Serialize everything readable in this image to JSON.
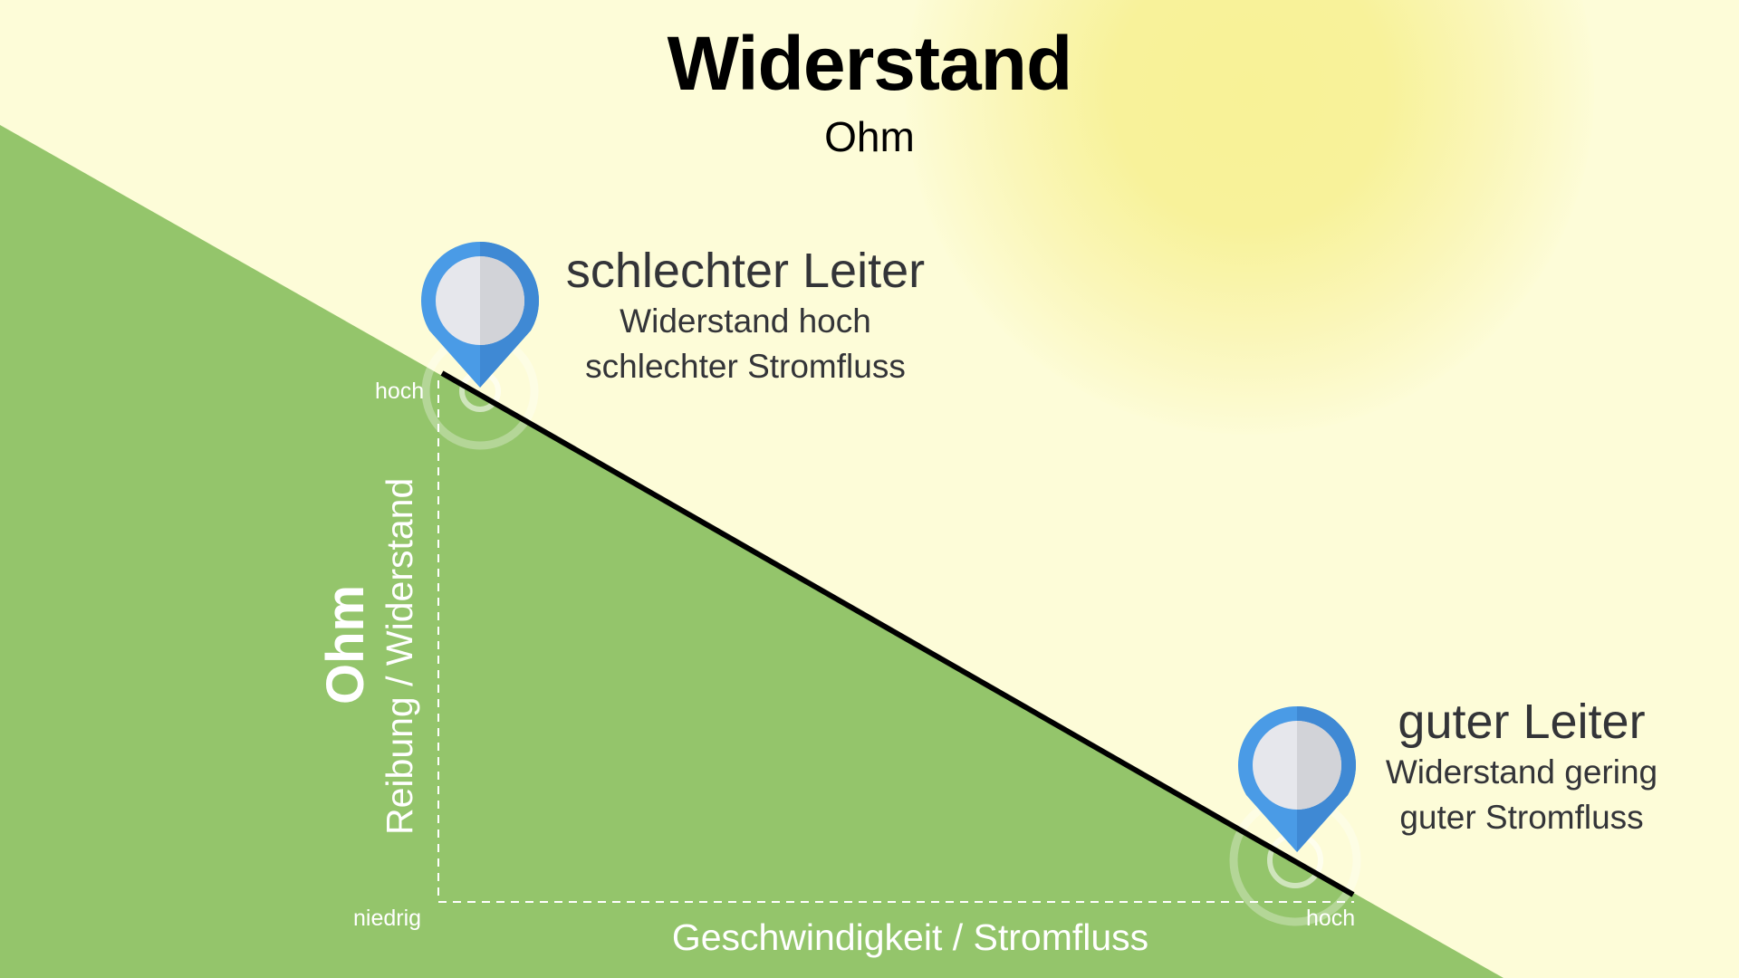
{
  "header": {
    "title": "Widerstand",
    "subtitle": "Ohm"
  },
  "markers": [
    {
      "id": "bad-conductor",
      "heading": "schlechter Leiter",
      "lines": [
        "Widerstand hoch",
        "schlechter Stromfluss"
      ],
      "icon": "map-pin-icon"
    },
    {
      "id": "good-conductor",
      "heading": "guter Leiter",
      "lines": [
        "Widerstand gering",
        "guter Stromfluss"
      ],
      "icon": "map-pin-icon"
    }
  ],
  "axes": {
    "y_unit": "Ohm",
    "y_label": "Reibung / Widerstand",
    "y_high": "hoch",
    "origin": "niedrig",
    "x_label": "Geschwindigkeit / Stromfluss",
    "x_high": "hoch"
  },
  "colors": {
    "background": "#fdfcd8",
    "sun": "#f8f297",
    "green": "#94c56b",
    "pin_blue": "#4a9be6",
    "pin_face": "#e6e7ec",
    "line": "#000000"
  }
}
